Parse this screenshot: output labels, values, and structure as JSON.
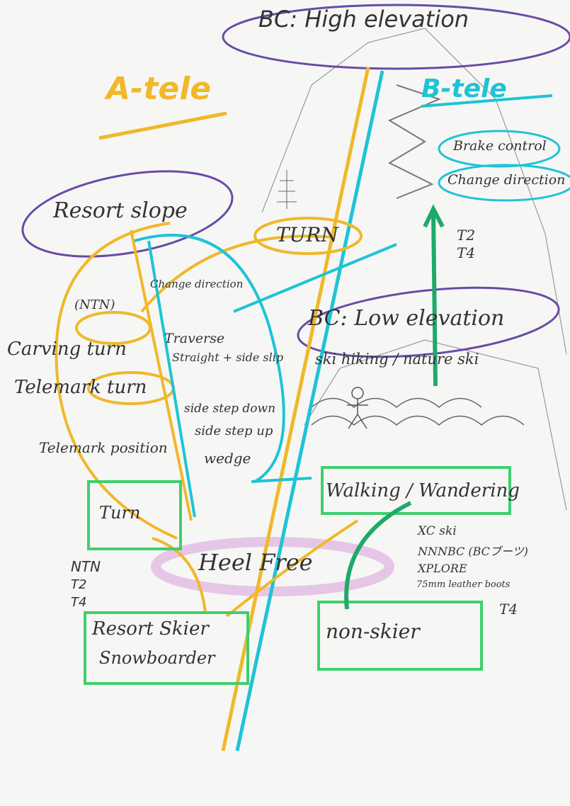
{
  "title_a": "A-tele",
  "title_b": "B-tele",
  "bc_high": "BC: High elevation",
  "bc_low": "BC: Low elevation",
  "ski_hiking": "ski hiking / nature ski",
  "resort_slope": "Resort slope",
  "turn_top": "TURN",
  "b_goals": [
    "Brake control",
    "Change direction"
  ],
  "b_gear": [
    "T2",
    "T4"
  ],
  "a_skills": {
    "ntn": "(NTN)",
    "carving": "Carving turn",
    "telemark_turn": "Telemark turn",
    "telemark_position": "Telemark position",
    "turn": "Turn"
  },
  "b_skills": [
    "Change direction",
    "Traverse",
    "Straight + side slip",
    "side step down",
    "side step up",
    "wedge"
  ],
  "heel_free": "Heel Free",
  "walking": "Walking / Wandering",
  "resort_skier": "Resort Skier",
  "snowboarder": "Snowboarder",
  "non_skier": "non-skier",
  "left_gear": [
    "NTN",
    "T2",
    "T4"
  ],
  "walking_gear": [
    "XC ski",
    "NNNBC (BCブーツ)",
    "XPLORE",
    "75mm leather boots",
    "T4"
  ],
  "colors": {
    "yellow": "#f0b82a",
    "cyan": "#1fc3d6",
    "green": "#3fcf6e",
    "purple": "#6a4aa8",
    "pink": "#e6c6e6",
    "pencil": "#8a8a8a"
  }
}
